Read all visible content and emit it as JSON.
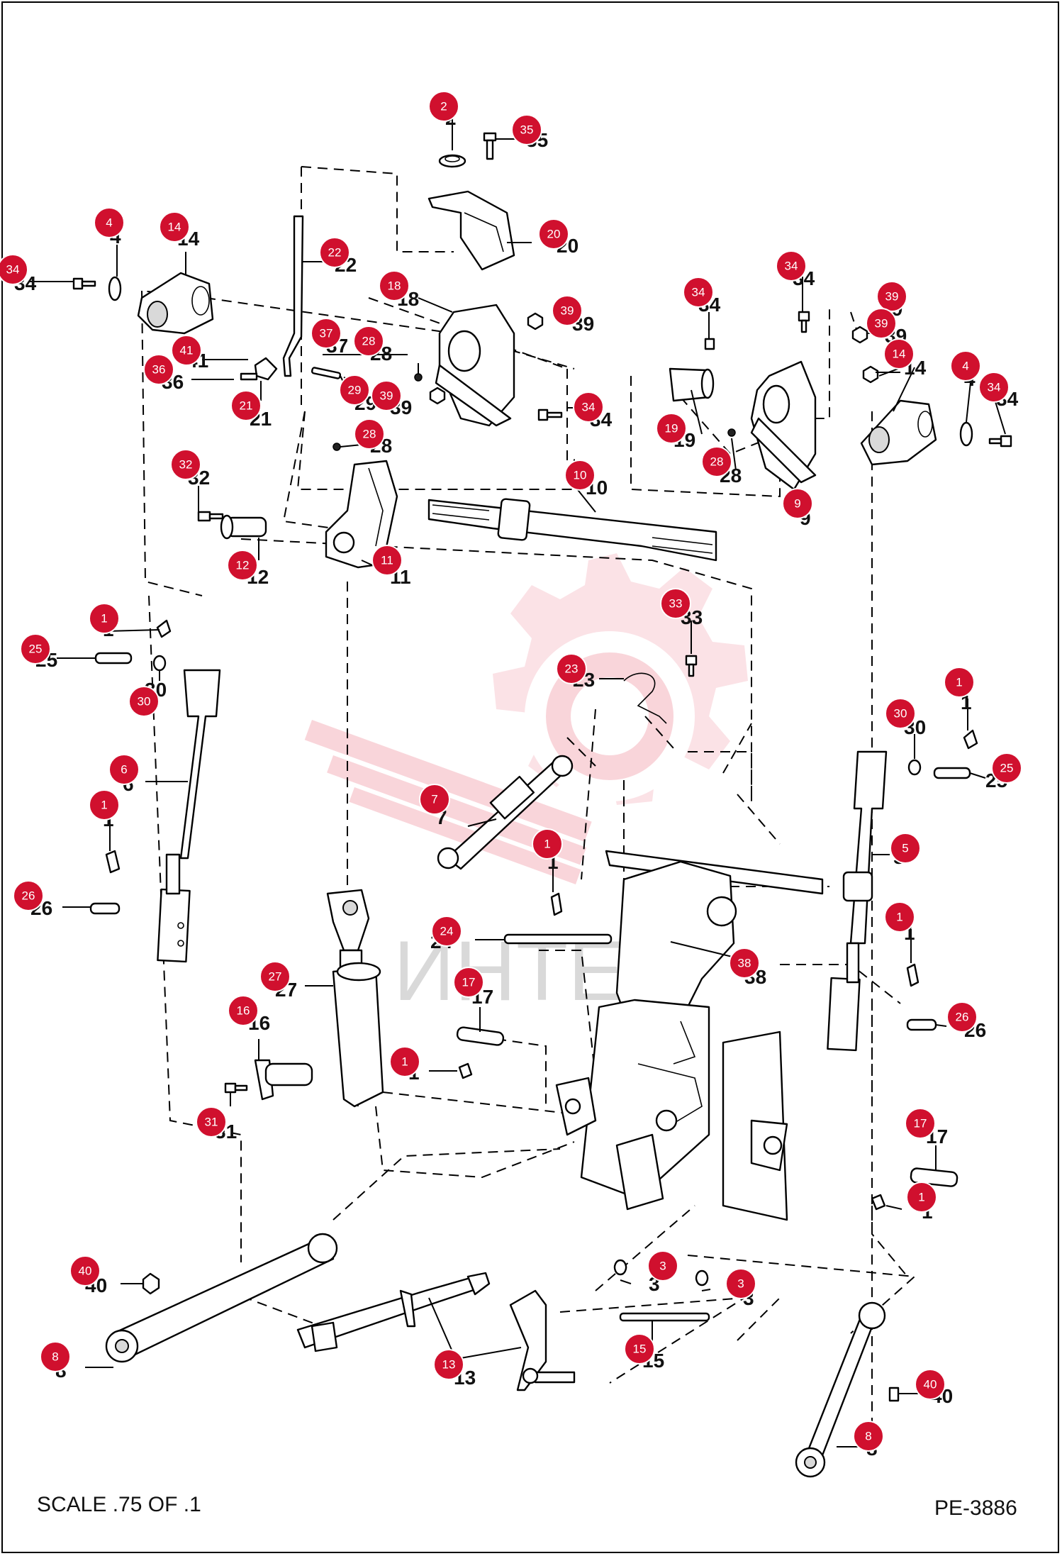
{
  "drawing": {
    "scale_note": "SCALE .75 OF .1",
    "drawing_number": "PE-3886"
  },
  "watermark": {
    "text": "ИНТЕХ",
    "logo": "gear-logo-icon"
  },
  "callouts": [
    {
      "n": "1"
    },
    {
      "n": "2"
    },
    {
      "n": "3"
    },
    {
      "n": "4"
    },
    {
      "n": "5"
    },
    {
      "n": "6"
    },
    {
      "n": "7"
    },
    {
      "n": "8"
    },
    {
      "n": "9"
    },
    {
      "n": "10"
    },
    {
      "n": "11"
    },
    {
      "n": "12"
    },
    {
      "n": "13"
    },
    {
      "n": "14"
    },
    {
      "n": "15"
    },
    {
      "n": "16"
    },
    {
      "n": "17"
    },
    {
      "n": "18"
    },
    {
      "n": "19"
    },
    {
      "n": "20"
    },
    {
      "n": "21"
    },
    {
      "n": "22"
    },
    {
      "n": "23"
    },
    {
      "n": "24"
    },
    {
      "n": "25"
    },
    {
      "n": "26"
    },
    {
      "n": "27"
    },
    {
      "n": "28"
    },
    {
      "n": "29"
    },
    {
      "n": "30"
    },
    {
      "n": "31"
    },
    {
      "n": "32"
    },
    {
      "n": "33"
    },
    {
      "n": "34"
    },
    {
      "n": "35"
    },
    {
      "n": "36"
    },
    {
      "n": "37"
    },
    {
      "n": "38"
    },
    {
      "n": "39"
    },
    {
      "n": "40"
    },
    {
      "n": "41"
    }
  ],
  "colors": {
    "badge": "#d0102e",
    "watermark": "#f6c9cf",
    "ink": "#111111"
  }
}
